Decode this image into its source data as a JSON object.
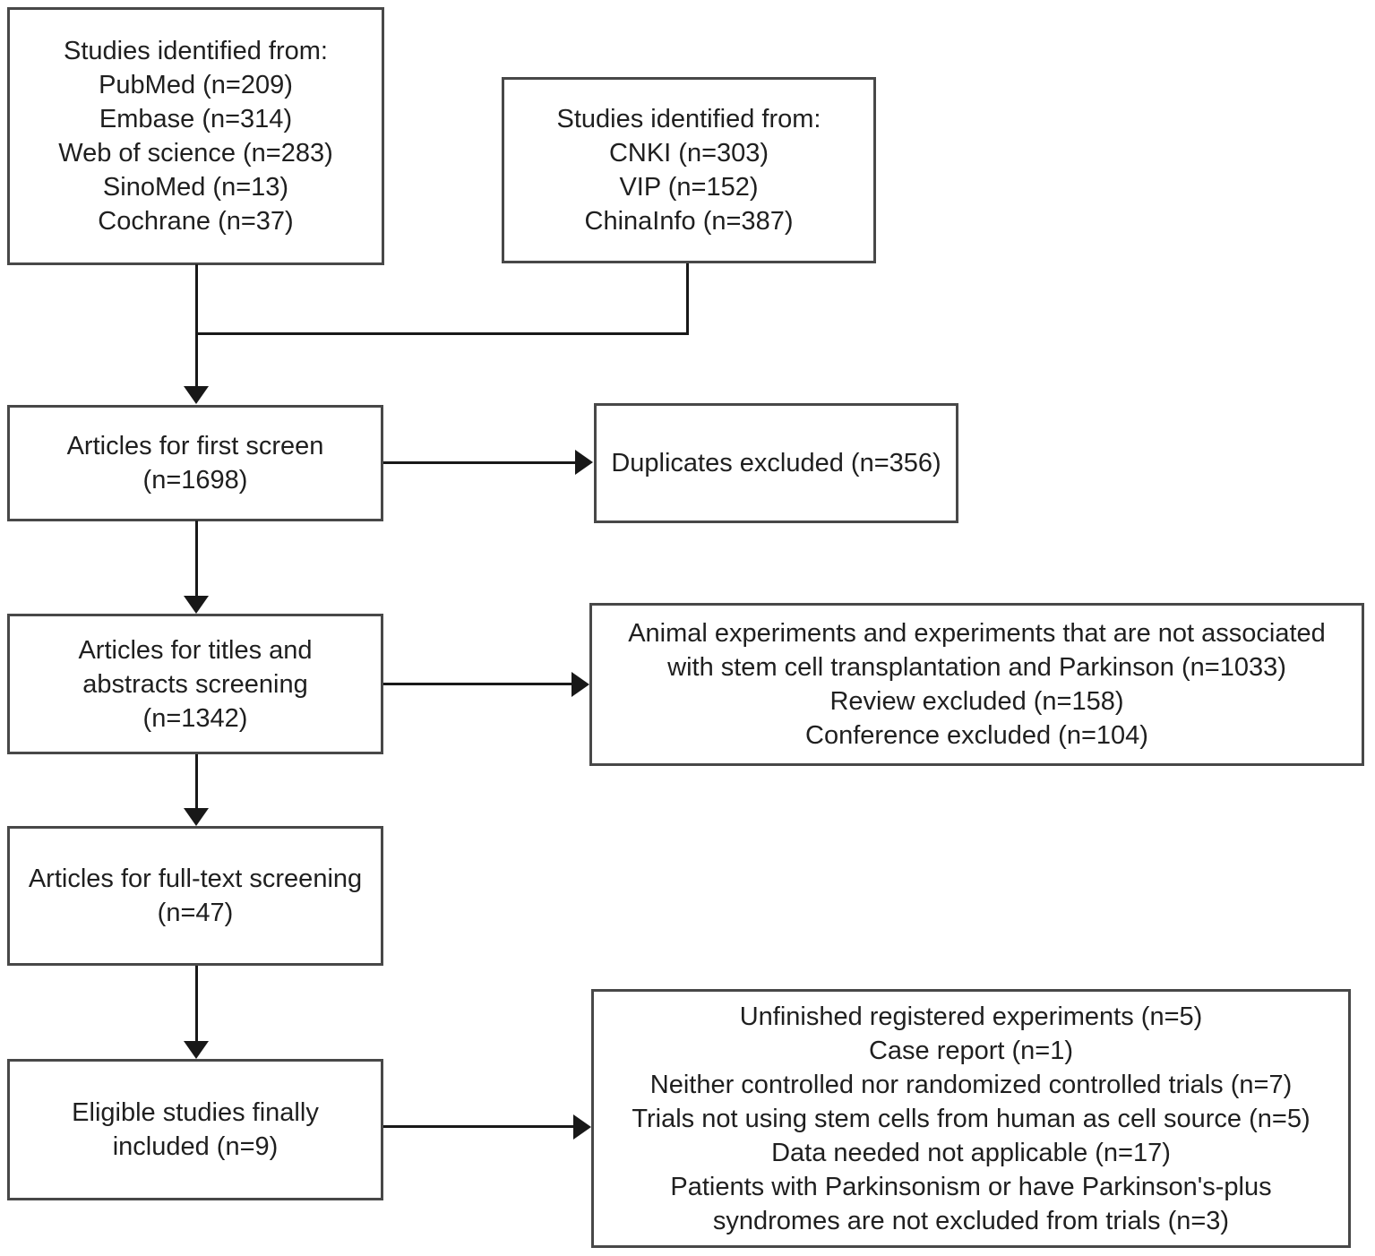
{
  "flowchart": {
    "colors": {
      "background": "#ffffff",
      "box_border": "#484848",
      "connector": "#181818",
      "text": "#1f1f1f"
    },
    "boxes": {
      "sources_international": {
        "lines": [
          "Studies identified from:",
          "PubMed (n=209)",
          "Embase (n=314)",
          "Web of science (n=283)",
          "SinoMed (n=13)",
          "Cochrane (n=37)"
        ]
      },
      "sources_chinese": {
        "lines": [
          "Studies identified from:",
          "CNKI (n=303)",
          "VIP (n=152)",
          "ChinaInfo (n=387)"
        ]
      },
      "first_screen": {
        "lines": [
          "Articles for first screen",
          "(n=1698)"
        ]
      },
      "duplicates_excluded": {
        "lines": [
          "Duplicates excluded (n=356)"
        ]
      },
      "title_abstract_screening": {
        "lines": [
          "Articles for titles and",
          "abstracts screening",
          "(n=1342)"
        ]
      },
      "title_abstract_exclusions": {
        "lines": [
          "Animal experiments and experiments that are not associated",
          "with stem cell transplantation and Parkinson (n=1033)",
          "Review excluded (n=158)",
          "Conference excluded (n=104)"
        ]
      },
      "full_text_screening": {
        "lines": [
          "Articles for full-text screening",
          "(n=47)"
        ]
      },
      "eligible_included": {
        "lines": [
          "Eligible studies finally",
          "included (n=9)"
        ]
      },
      "full_text_exclusions": {
        "lines": [
          "Unfinished registered experiments (n=5)",
          "Case report (n=1)",
          "Neither controlled nor randomized controlled trials (n=7)",
          "Trials not using stem cells from human as cell source (n=5)",
          "Data needed not applicable (n=17)",
          "Patients with Parkinsonism or have Parkinson's-plus",
          "syndromes are not excluded from trials (n=3)"
        ]
      }
    }
  }
}
